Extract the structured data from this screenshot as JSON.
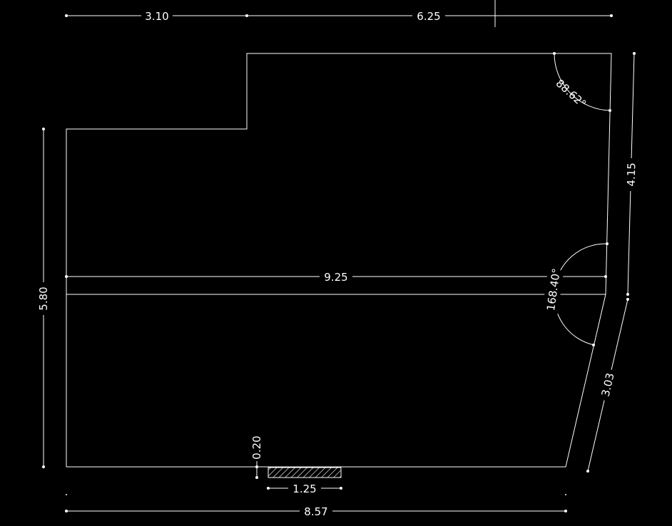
{
  "colors": {
    "background": "#000000",
    "stroke": "#ffffff"
  },
  "dimensions": {
    "top_left": "3.10",
    "top_right": "6.25",
    "left_height": "5.80",
    "right_upper": "4.15",
    "middle_width": "9.25",
    "right_lower": "3.03",
    "notch_height": "0.20",
    "notch_width": "1.25",
    "bottom_width": "8.57"
  },
  "angles": {
    "top_right_corner": "88.62°",
    "right_bend": "168.40°"
  }
}
